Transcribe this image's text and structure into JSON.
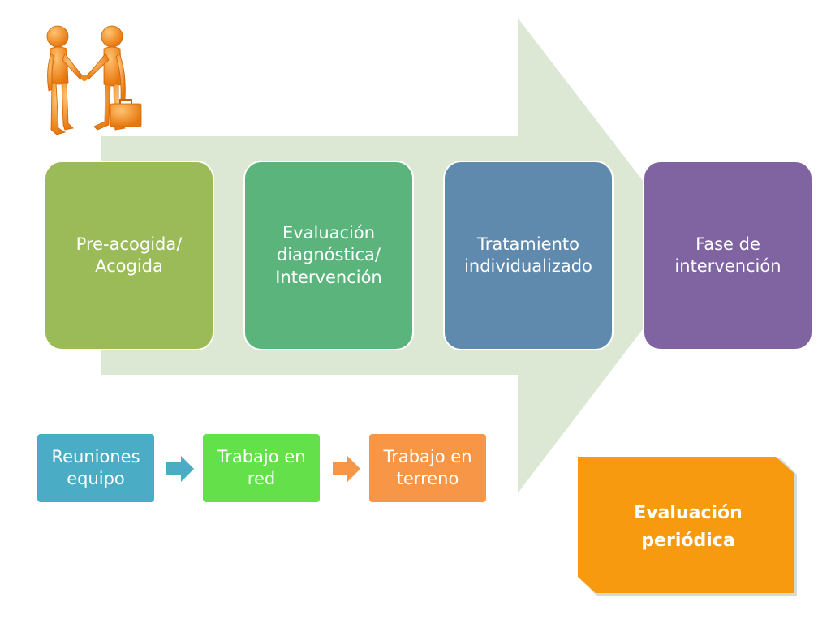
{
  "phases": [
    {
      "label": "Pre-acogida/\nAcogida",
      "color": "#9BBB59"
    },
    {
      "label": "Evaluación\ndiagnóstica/\nIntervención",
      "color": "#5BB47C"
    },
    {
      "label": "Tratamiento\nindividualizado",
      "color": "#5F8AAD"
    },
    {
      "label": "Fase de\nintervención",
      "color": "#8064A2"
    }
  ],
  "sub_process": [
    {
      "label": "Reuniones\nequipo",
      "color": "#4BACC6"
    },
    {
      "label": "Trabajo en\nred",
      "color": "#63E04A"
    },
    {
      "label": "Trabajo en\nterreno",
      "color": "#F79646"
    }
  ],
  "connectors": [
    {
      "icon": "right-arrow-icon",
      "color": "#4BACC6"
    },
    {
      "icon": "right-arrow-icon",
      "color": "#F79646"
    }
  ],
  "periodic": {
    "label": "Evaluación\nperiódica",
    "color": "#F79A0F"
  },
  "background_arrow_color": "#DCE8D4",
  "figure_color": "#F28C1E"
}
